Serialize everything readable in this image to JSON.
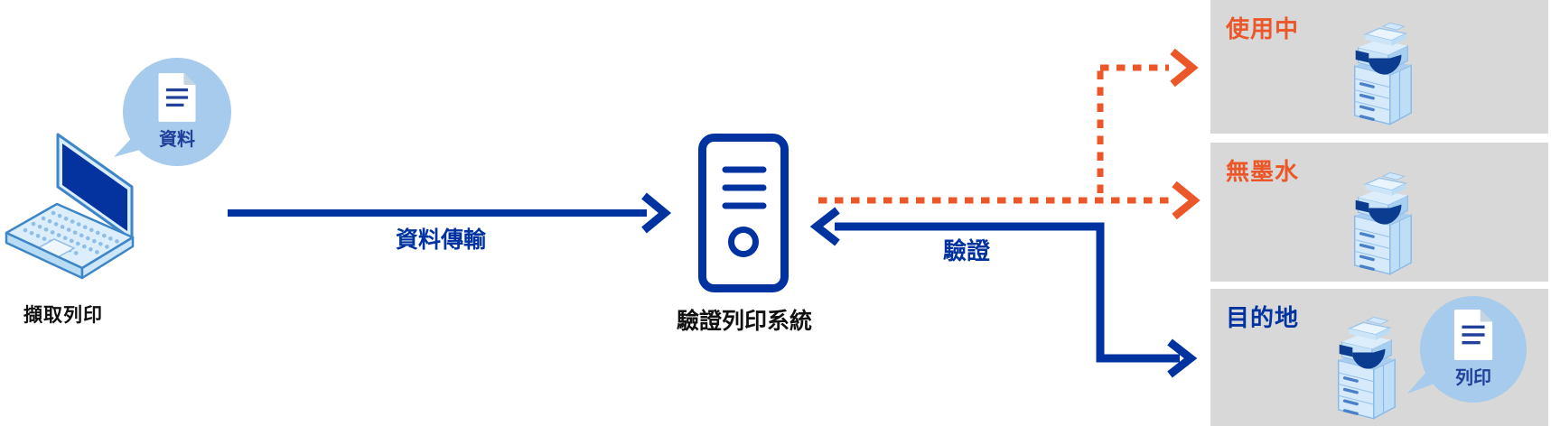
{
  "palette": {
    "primary_blue": "#0033A0",
    "accent_orange": "#EB5728",
    "panel_gray": "#D8D8D8",
    "bubble_blue": "#A6CBEC",
    "document_navy": "#21409A"
  },
  "source": {
    "label": "擷取列印",
    "bubble_label": "資料"
  },
  "server": {
    "label": "驗證列印系統"
  },
  "arrows": {
    "transfer_label": "資料傳輸",
    "auth_label": "驗證"
  },
  "destinations": [
    {
      "status": "使用中",
      "status_color": "#EB5728"
    },
    {
      "status": "無墨水",
      "status_color": "#EB5728"
    },
    {
      "status": "目的地",
      "status_color": "#0033A0",
      "bubble_label": "列印"
    }
  ]
}
